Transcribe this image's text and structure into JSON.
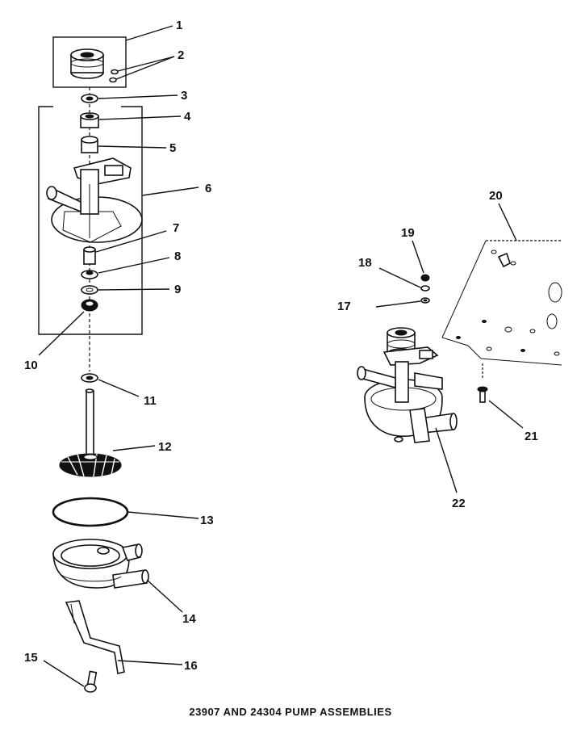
{
  "caption": "23907 AND 24304 PUMP ASSEMBLIES",
  "callouts": {
    "c1": "1",
    "c2": "2",
    "c3": "3",
    "c4": "4",
    "c5": "5",
    "c6": "6",
    "c7": "7",
    "c8": "8",
    "c9": "9",
    "c10": "10",
    "c11": "11",
    "c12": "12",
    "c13": "13",
    "c14": "14",
    "c15": "15",
    "c16": "16",
    "c17": "17",
    "c18": "18",
    "c19": "19",
    "c20": "20",
    "c21": "21",
    "c22": "22"
  }
}
